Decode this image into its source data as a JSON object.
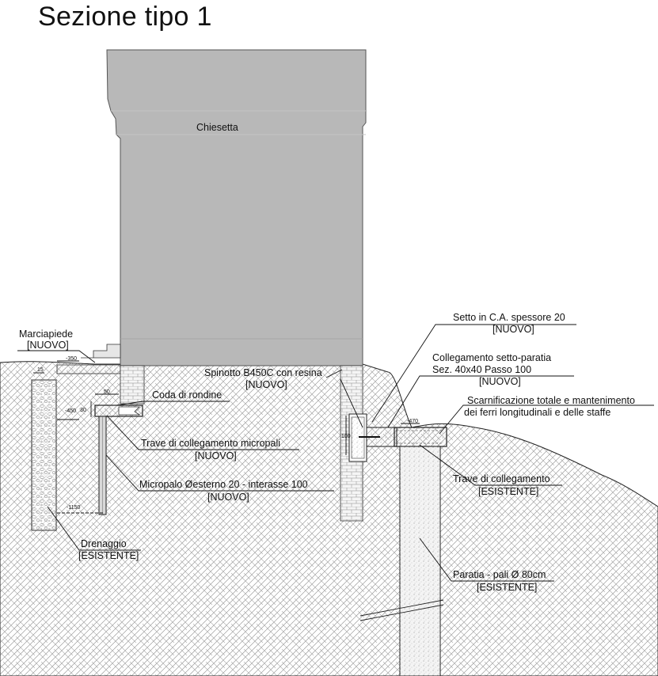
{
  "title": "Sezione tipo 1",
  "building": "Chiesetta",
  "labels": {
    "marciapiede": {
      "line1": "Marciapiede",
      "line2": "[NUOVO]"
    },
    "coda": {
      "line1": "Coda di rondine"
    },
    "trave_micropali": {
      "line1": "Trave di collegamento micropali",
      "line2": "[NUOVO]"
    },
    "micropalo": {
      "line1": "Micropalo Øesterno 20 - interasse 100",
      "line2": "[NUOVO]"
    },
    "drenaggio": {
      "line1": "Drenaggio",
      "line2": "[ESISTENTE]"
    },
    "spinotto": {
      "line1": "Spinotto B450C con resina",
      "line2": "[NUOVO]"
    },
    "setto": {
      "line1": "Setto in C.A. spessore 20",
      "line2": "[NUOVO]"
    },
    "collegamento": {
      "line1": "Collegamento setto-paratia",
      "line2": "Sez. 40x40 Passo 100",
      "line3": "[NUOVO]"
    },
    "scarnificazione": {
      "line1": "Scarnificazione totale e mantenimento",
      "line2": "dei ferri longitudinali e delle staffe"
    },
    "trave_esistente": {
      "line1": "Trave di collegamento",
      "line2": "[ESISTENTE]"
    },
    "paratia": {
      "line1": "Paratia - pali Ø 80cm",
      "line2": "[ESISTENTE]"
    }
  },
  "dimensions": {
    "d350": "-350",
    "d15": "15",
    "d50": "50",
    "d30": "30",
    "d450": "-450",
    "d1150": "-1150",
    "d470": "-470",
    "d100": "100"
  }
}
